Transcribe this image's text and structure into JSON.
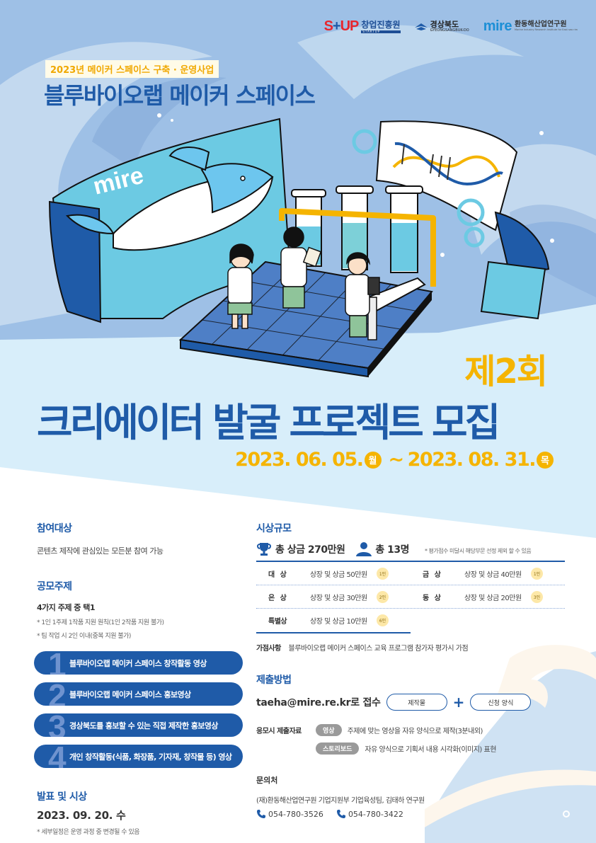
{
  "logos": {
    "startup": {
      "mark": "StUP",
      "kr": "창업진흥원",
      "en": "STARTUP"
    },
    "gyeongbuk": {
      "kr": "경상북도",
      "en": "GYEONGSANGBUK-DO"
    },
    "mire": {
      "mark": "mire",
      "kr": "환동해산업연구원",
      "en": "Marine Industry Research Institute for East sea rim"
    }
  },
  "header": {
    "tag": "2023년 메이커 스페이스 구축 · 운영사업",
    "title": "블루바이오랩 메이커 스페이스"
  },
  "illustration": {
    "banner_text": "mire"
  },
  "hero": {
    "edition": "제2회",
    "headline": "크리에이터 발굴 프로젝트 모집",
    "period": {
      "start": "2023. 06. 05.",
      "start_day": "월",
      "separator": "~",
      "end": "2023. 08. 31.",
      "end_day": "목"
    }
  },
  "eligibility": {
    "title": "참여대상",
    "text": "콘텐츠 제작에 관심있는 모든분 참여 가능"
  },
  "themes": {
    "title": "공모주제",
    "choose": "4가지 주제 중 택1",
    "notes": [
      "* 1인 1주제 1작품 지원 원칙(1인 2작품 지원 불가)",
      "* 팀 작업 시 2인 이내(중복 지원 불가)"
    ],
    "items": [
      {
        "num": "1",
        "label": "블루바이오랩 메이커 스페이스 창작활동 영상"
      },
      {
        "num": "2",
        "label": "블루바이오랩 메이커 스페이스 홍보영상"
      },
      {
        "num": "3",
        "label": "경상북도를 홍보할 수 있는 직접 제작한 홍보영상"
      },
      {
        "num": "4",
        "label": "개인 창작활동(식품, 화장품, 기자재, 창작물 등) 영상"
      }
    ]
  },
  "announcement": {
    "title": "발표 및 시상",
    "date": "2023. 09. 20. 수",
    "note": "* 세부일정은 운영 과정 중 변경될 수 있음"
  },
  "prizes": {
    "title": "시상규모",
    "total_prize": "총 상금 270만원",
    "total_people": "총 13명",
    "note": "* 평가점수 미달시 해당부문 선정 제외 할 수 있음",
    "rows": [
      [
        {
          "rank": "대 상",
          "award": "상장 및 상금 50만원",
          "count": "1인"
        },
        {
          "rank": "금 상",
          "award": "상장 및 상금 40만원",
          "count": "1인"
        }
      ],
      [
        {
          "rank": "은 상",
          "award": "상장 및 상금 30만원",
          "count": "2인"
        },
        {
          "rank": "동 상",
          "award": "상장 및 상금 20만원",
          "count": "3인"
        }
      ],
      [
        {
          "rank": "특별상",
          "award": "상장 및 상금 10만원",
          "count": "6인"
        }
      ]
    ],
    "bonus_label": "가점사항",
    "bonus_text": "블루바이오랩 메이커 스페이스 교육 프로그램 참가자 평가시 가점"
  },
  "submission": {
    "title": "제출방법",
    "email_line": "taeha@mire.re.kr로 접수",
    "item1": "제작물",
    "plus": "+",
    "item2": "신청 양식",
    "materials_label": "응모시 제출자료",
    "materials": [
      {
        "chip": "영상",
        "desc": "주제에 맞는 영상을 자유 양식으로 제작(3분내외)"
      },
      {
        "chip": "스토리보드",
        "desc": "자유 양식으로 기획서 내용 시각화(이미지) 표현"
      }
    ]
  },
  "contact": {
    "title": "문의처",
    "org": "(재)환동해산업연구원 기업지원부 기업육성팀, 김태하 연구원",
    "phones": [
      "054-780-3526",
      "054-780-3422"
    ]
  },
  "colors": {
    "primary_blue": "#1f5ba8",
    "accent_yellow": "#f5b400",
    "bg_light_blue": "#d8eefa",
    "bg_mid_blue": "#9ec0e6"
  }
}
